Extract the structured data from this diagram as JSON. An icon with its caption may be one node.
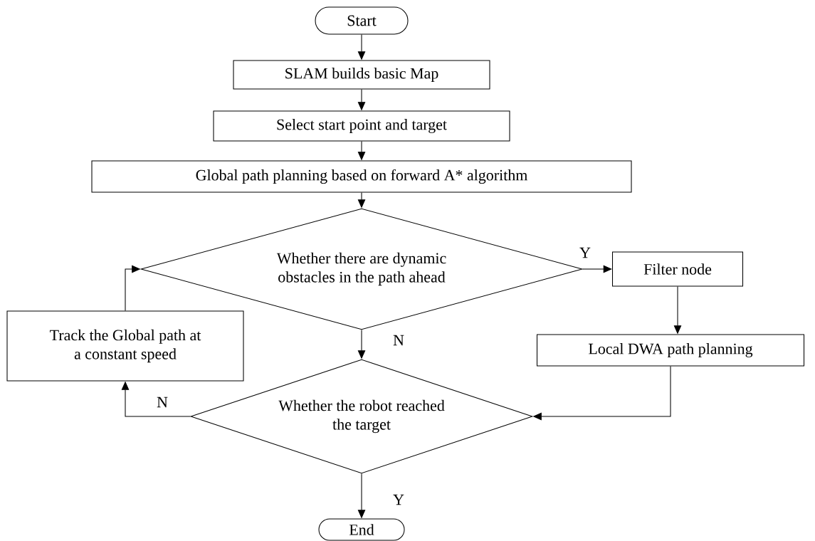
{
  "diagram": {
    "nodes": [
      {
        "text": [
          "Start"
        ]
      },
      {
        "text": [
          "SLAM builds basic Map"
        ]
      },
      {
        "text": [
          "Select  start point and target"
        ]
      },
      {
        "text": [
          "Global path planning based on forward A* algorithm"
        ]
      },
      {
        "text": [
          "Whether there are dynamic obstacles in the path ahead"
        ]
      },
      {
        "text": [
          "Filter node"
        ]
      },
      {
        "text": [
          "Track the Global path at a constant speed"
        ]
      },
      {
        "text": [
          "Local DWA path planning"
        ]
      },
      {
        "text": [
          "Whether the robot reached the target"
        ]
      },
      {
        "text": [
          "End"
        ]
      }
    ],
    "edges": [
      {
        "from": 0,
        "to": 1,
        "arrow": "to"
      },
      {
        "from": 1,
        "to": 2,
        "arrow": "to"
      },
      {
        "from": 2,
        "to": 3,
        "arrow": "to"
      },
      {
        "from": 3,
        "to": 4,
        "arrow": "to"
      },
      {
        "from": 4,
        "to": 5,
        "arrow": "to",
        "label": "Y"
      },
      {
        "from": 5,
        "to": 7,
        "arrow": "to"
      },
      {
        "from": 4,
        "to": 8,
        "arrow": "to",
        "label": "N"
      },
      {
        "from": 7,
        "to": 8,
        "arrow": "to"
      },
      {
        "from": 8,
        "to": 6,
        "arrow": "to",
        "label": "N"
      },
      {
        "from": 6,
        "to": 4,
        "arrow": "to"
      },
      {
        "from": 8,
        "to": 9,
        "arrow": "to",
        "label": "Y"
      }
    ]
  }
}
